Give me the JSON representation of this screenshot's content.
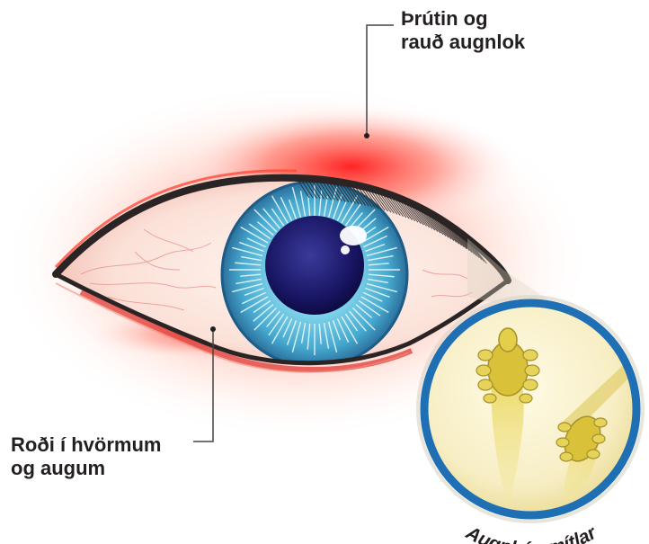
{
  "labels": {
    "swollen_red_eyelids": [
      "Þrútin og",
      "rauð augnlok"
    ],
    "redness_corners": [
      "Roði í hvörmum",
      "og augum"
    ],
    "eyelash_mites": "Augnháramítlar"
  },
  "colors": {
    "inflammation": "#ff2a2a",
    "iris": "#4fb6d8",
    "pupil": "#1a1766",
    "lid_line": "#2b2424",
    "magnifier_ring": "#1f6fb4",
    "mite": "#d9c23a"
  }
}
